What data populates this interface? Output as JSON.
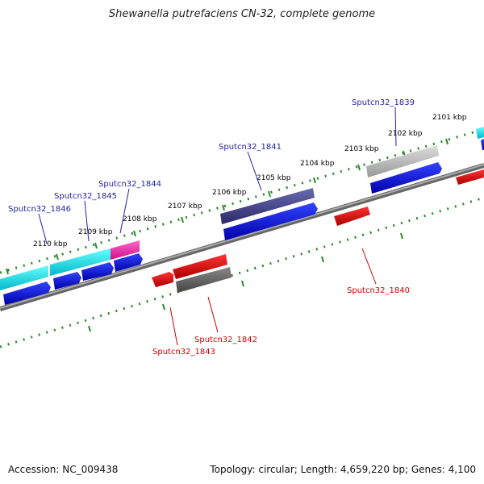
{
  "title": "Shewanella putrefaciens CN-32, complete genome",
  "footer": {
    "accession": "Accession: NC_009438",
    "summary": "Topology: circular; Length: 4,659,220 bp; Genes: 4,100"
  },
  "colors": {
    "backbone": "#7a7a7a",
    "tick": "#2a8a2a",
    "forward_cds": "#0000dd",
    "reverse_cds": "#dd0000",
    "label_forward": "#2222aa",
    "label_reverse": "#cc0000"
  },
  "scale_labels": [
    "2101 kbp",
    "2102 kbp",
    "2103 kbp",
    "2104 kbp",
    "2105 kbp",
    "2106 kbp",
    "2107 kbp",
    "2108 kbp",
    "2109 kbp",
    "2110 kbp"
  ],
  "genes": [
    {
      "id": "Sputcn32_1839",
      "strand": "forward",
      "color": "#0000dd"
    },
    {
      "id": "Sputcn32_1840",
      "strand": "reverse",
      "color": "#dd0000"
    },
    {
      "id": "Sputcn32_1841",
      "strand": "forward",
      "color": "#0000dd"
    },
    {
      "id": "Sputcn32_1842",
      "strand": "reverse",
      "color": "#dd0000"
    },
    {
      "id": "Sputcn32_1843",
      "strand": "reverse",
      "color": "#dd0000"
    },
    {
      "id": "Sputcn32_1844",
      "strand": "forward",
      "color": "#0000dd"
    },
    {
      "id": "Sputcn32_1845",
      "strand": "forward",
      "color": "#0000dd"
    },
    {
      "id": "Sputcn32_1846",
      "strand": "forward",
      "color": "#0000dd"
    }
  ],
  "feature_colors": {
    "cyan": "#00dddd",
    "gray": "#bbbbbb",
    "dark_gray": "#555555",
    "slate_blue": "#3a3a8a",
    "magenta": "#dd2299"
  }
}
